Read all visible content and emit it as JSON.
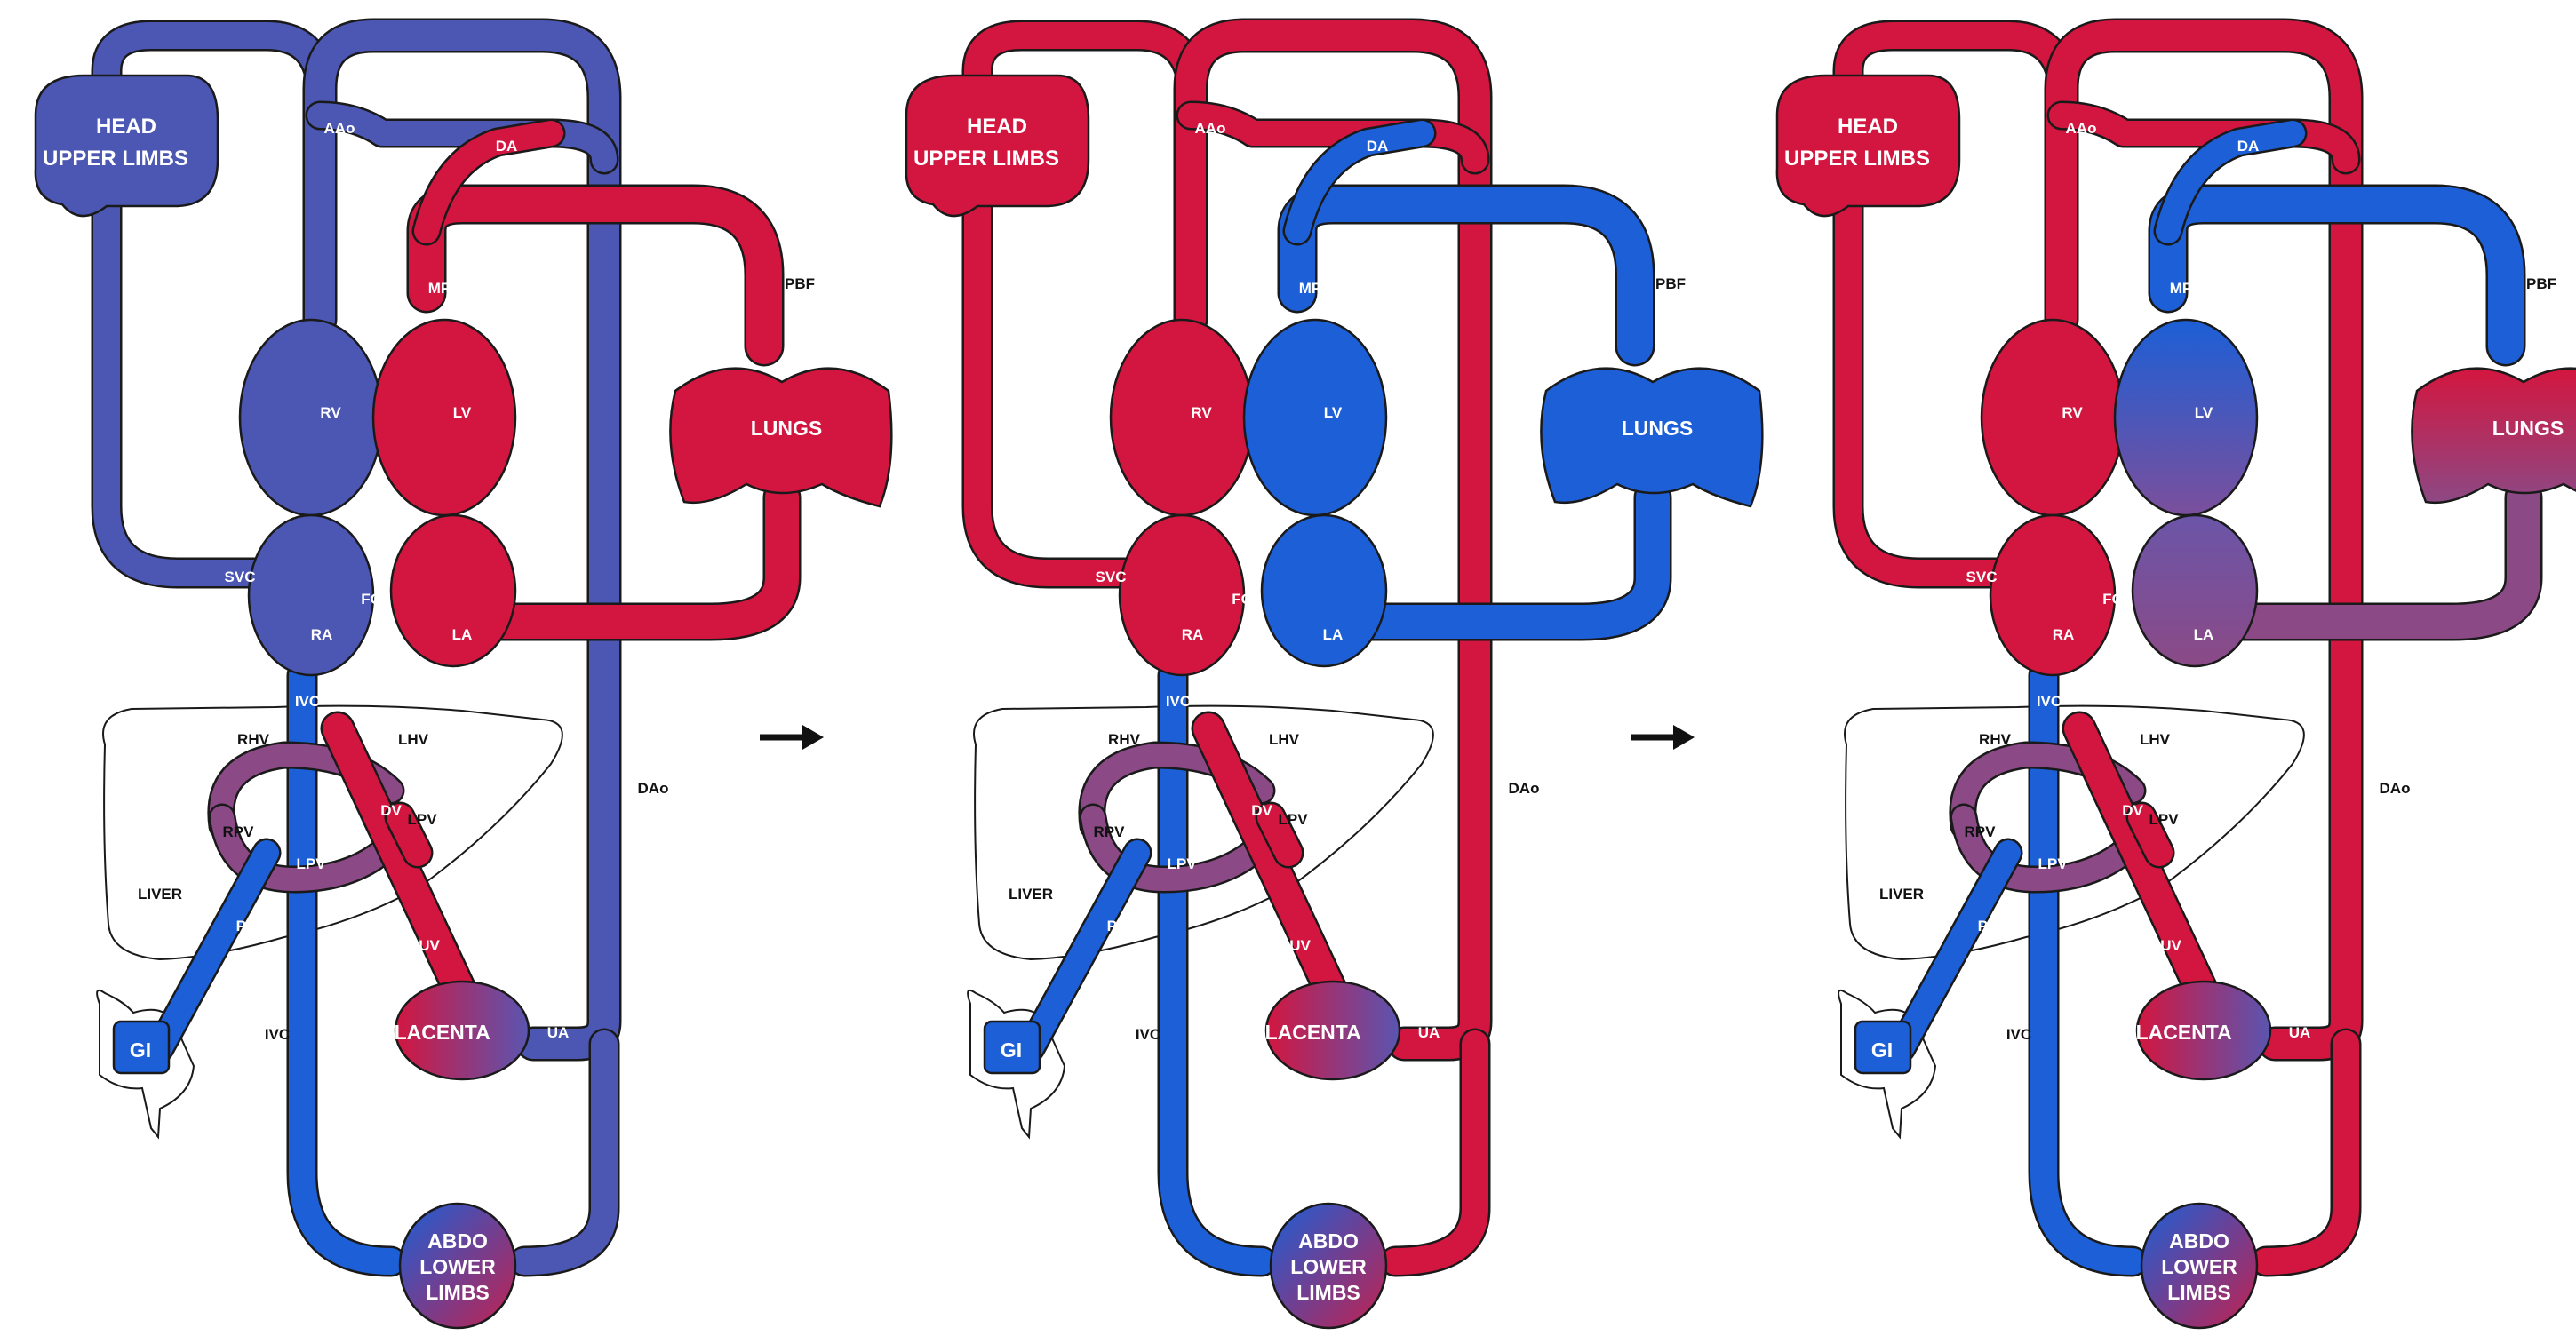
{
  "colors": {
    "deoxygenated_purple": "#4b57b3",
    "oxygenated_red": "#d3163f",
    "deoxygenated_blue": "#1c5fd6",
    "mixed_purple": "#8b4a86",
    "outline": "#1a1a1a"
  },
  "panels": [
    {
      "organs": {
        "head": "HEAD",
        "upper_limbs": "UPPER LIMBS",
        "lungs": "LUNGS",
        "liver": "LIVER",
        "gi": "GI",
        "placenta": "PLACENTA",
        "abdo1": "ABDO",
        "abdo2": "LOWER",
        "abdo3": "LIMBS"
      },
      "vessels": {
        "aao": "AAo",
        "da": "DA",
        "mpa": "MPA",
        "pbf": "PBF",
        "rv": "RV",
        "lv": "LV",
        "svc": "SVC",
        "fo": "FO",
        "ra": "RA",
        "la": "LA",
        "ivc": "IVC",
        "rhv": "RHV",
        "lhv": "LHV",
        "rpv": "RPV",
        "lpv_upper": "LPV",
        "dv": "DV",
        "lpv_lower": "LPV",
        "pv": "PV",
        "uv": "UV",
        "ivc_lower": "IVC",
        "ua": "UA",
        "dao": "DAo"
      }
    },
    {
      "organs": {
        "head": "HEAD",
        "upper_limbs": "UPPER LIMBS",
        "lungs": "LUNGS",
        "liver": "LIVER",
        "gi": "GI",
        "placenta": "PLACENTA",
        "abdo1": "ABDO",
        "abdo2": "LOWER",
        "abdo3": "LIMBS"
      },
      "vessels": {
        "aao": "AAo",
        "da": "DA",
        "mpa": "MPA",
        "pbf": "PBF",
        "rv": "RV",
        "lv": "LV",
        "svc": "SVC",
        "fo": "FO",
        "ra": "RA",
        "la": "LA",
        "ivc": "IVC",
        "rhv": "RHV",
        "lhv": "LHV",
        "rpv": "RPV",
        "lpv_upper": "LPV",
        "dv": "DV",
        "lpv_lower": "LPV",
        "pv": "PV",
        "uv": "UV",
        "ivc_lower": "IVC",
        "ua": "UA",
        "dao": "DAo"
      }
    },
    {
      "organs": {
        "head": "HEAD",
        "upper_limbs": "UPPER LIMBS",
        "lungs": "LUNGS",
        "liver": "LIVER",
        "gi": "GI",
        "placenta": "PLACENTA",
        "abdo1": "ABDO",
        "abdo2": "LOWER",
        "abdo3": "LIMBS"
      },
      "vessels": {
        "aao": "AAo",
        "da": "DA",
        "mpa": "MPA",
        "pbf": "PBF",
        "rv": "RV",
        "lv": "LV",
        "svc": "SVC",
        "fo": "FO",
        "ra": "RA",
        "la": "LA",
        "ivc": "IVC",
        "rhv": "RHV",
        "lhv": "LHV",
        "rpv": "RPV",
        "lpv_upper": "LPV",
        "dv": "DV",
        "lpv_lower": "LPV",
        "pv": "PV",
        "uv": "UV",
        "ivc_lower": "IVC",
        "ua": "UA",
        "dao": "DAo"
      }
    }
  ],
  "arrows": [
    "arrow-right-icon",
    "arrow-right-icon"
  ]
}
